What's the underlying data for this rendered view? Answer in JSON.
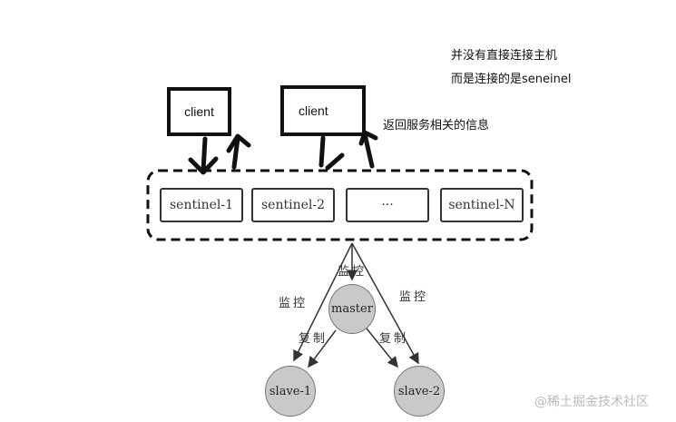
{
  "notes": {
    "line1": "并没有直接连接主机",
    "line2": "而是连接的是seneinel",
    "return_info": "返回服务相关的信息"
  },
  "clients": [
    {
      "label": "client"
    },
    {
      "label": "client"
    }
  ],
  "sentinels": [
    {
      "label": "sentinel-1"
    },
    {
      "label": "sentinel-2"
    },
    {
      "label": "···"
    },
    {
      "label": "sentinel-N"
    }
  ],
  "nodes": {
    "master": "master",
    "slave1": "slave-1",
    "slave2": "slave-2"
  },
  "edge_labels": {
    "monitor_center": "监控",
    "monitor_left": "监控",
    "monitor_right": "监控",
    "replicate_left": "复制",
    "replicate_right": "复制"
  },
  "watermark": "@稀土掘金技术社区"
}
